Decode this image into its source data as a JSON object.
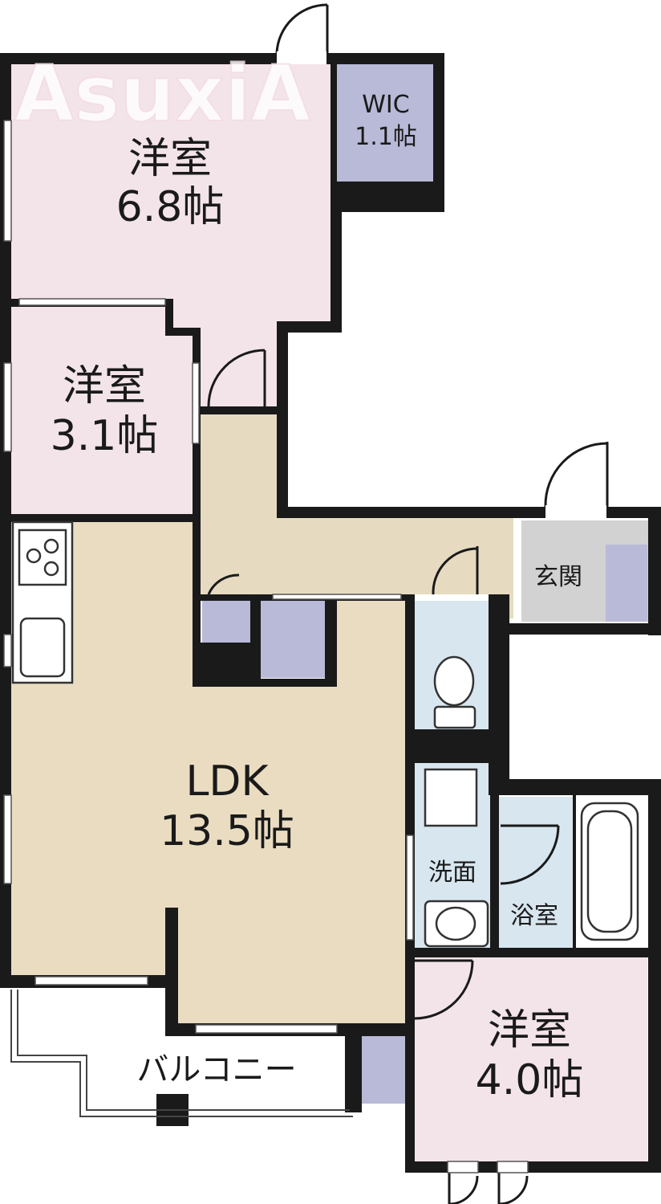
{
  "watermark": "AsuxiA",
  "rooms": {
    "bedroom_main": {
      "name": "洋室",
      "size": "6.8帖"
    },
    "wic": {
      "name": "WIC",
      "size": "1.1帖"
    },
    "bedroom_small": {
      "name": "洋室",
      "size": "3.1帖"
    },
    "entrance": {
      "name": "玄関"
    },
    "ldk": {
      "name": "LDK",
      "size": "13.5帖"
    },
    "washroom": {
      "name": "洗面"
    },
    "bathroom": {
      "name": "浴室"
    },
    "bedroom_south": {
      "name": "洋室",
      "size": "4.0帖"
    },
    "balcony": {
      "name": "バルコニー"
    }
  },
  "colors": {
    "bedroom": "#f3e4ea",
    "ldk": "#e9dcc1",
    "hall": "#e6dbc1",
    "storage": "#b9b9d8",
    "water": "#d8e6ef",
    "entrance": "#d2d2d2",
    "wall": "#1a1a1a"
  }
}
